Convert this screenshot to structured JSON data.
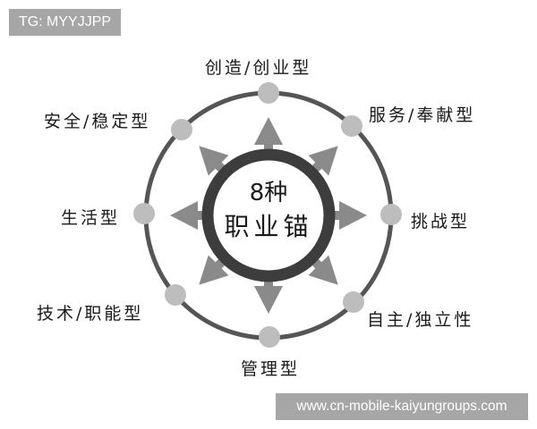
{
  "watermark_top": "TG: MYYJJPP",
  "watermark_bottom": "www.cn-mobile-kaiyungroups.com",
  "center": {
    "line1": "8种",
    "line2": "职业锚"
  },
  "anchors": [
    {
      "label": "创造/创业型",
      "position": "top"
    },
    {
      "label": "服务/奉献型",
      "position": "top-right"
    },
    {
      "label": "挑战型",
      "position": "right"
    },
    {
      "label": "自主/独立性",
      "position": "bottom-right"
    },
    {
      "label": "管理型",
      "position": "bottom"
    },
    {
      "label": "技术/职能型",
      "position": "bottom-left"
    },
    {
      "label": "生活型",
      "position": "left"
    },
    {
      "label": "安全/稳定型",
      "position": "top-left"
    }
  ],
  "colors": {
    "inner_ring": "#3d3d3d",
    "outer_ring": "#555555",
    "node_fill": "#bdbdbd",
    "arrow_fill": "#8a8a8a",
    "badge_bg": "#a6a6a6"
  }
}
